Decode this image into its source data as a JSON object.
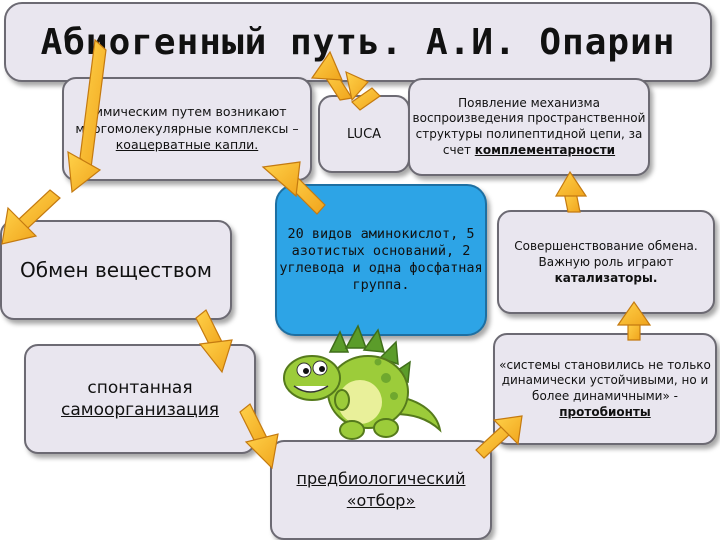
{
  "title": "Абиогенный путь. А.И. Опарин",
  "chem": {
    "text": "химическим путем возникают многомолекулярные комплексы –",
    "underlined": "коацерватные капли."
  },
  "luca": "LUCA",
  "replication": {
    "text": "Появление механизма воспроизведения пространственной структуры полипептидной цепи, за счет",
    "underlined": "комплементарности"
  },
  "metabolism": "Обмен веществом",
  "center": "20 видов аминокислот, 5 азотистых оснований, 2 углевода и одна фосфатная группа.",
  "improvement": {
    "text": "Совершенствование обмена. Важную роль играют",
    "bold": "катализаторы."
  },
  "self_org": {
    "line1": "спонтанная",
    "underlined": "самоорганизация"
  },
  "systems": {
    "text": "«системы становились не только динамически устойчивыми, но и более динамичными» -",
    "underlined": "протобионты"
  },
  "prebio": {
    "underlined": "предбиологический «отбор»"
  },
  "colors": {
    "box_fill": "#e9e6ef",
    "box_border": "#6c6a73",
    "center_fill": "#2da4e6",
    "arrow_fill": "#f0b323",
    "arrow_stroke": "#c47a10",
    "dino_green": "#9ccc3a"
  }
}
